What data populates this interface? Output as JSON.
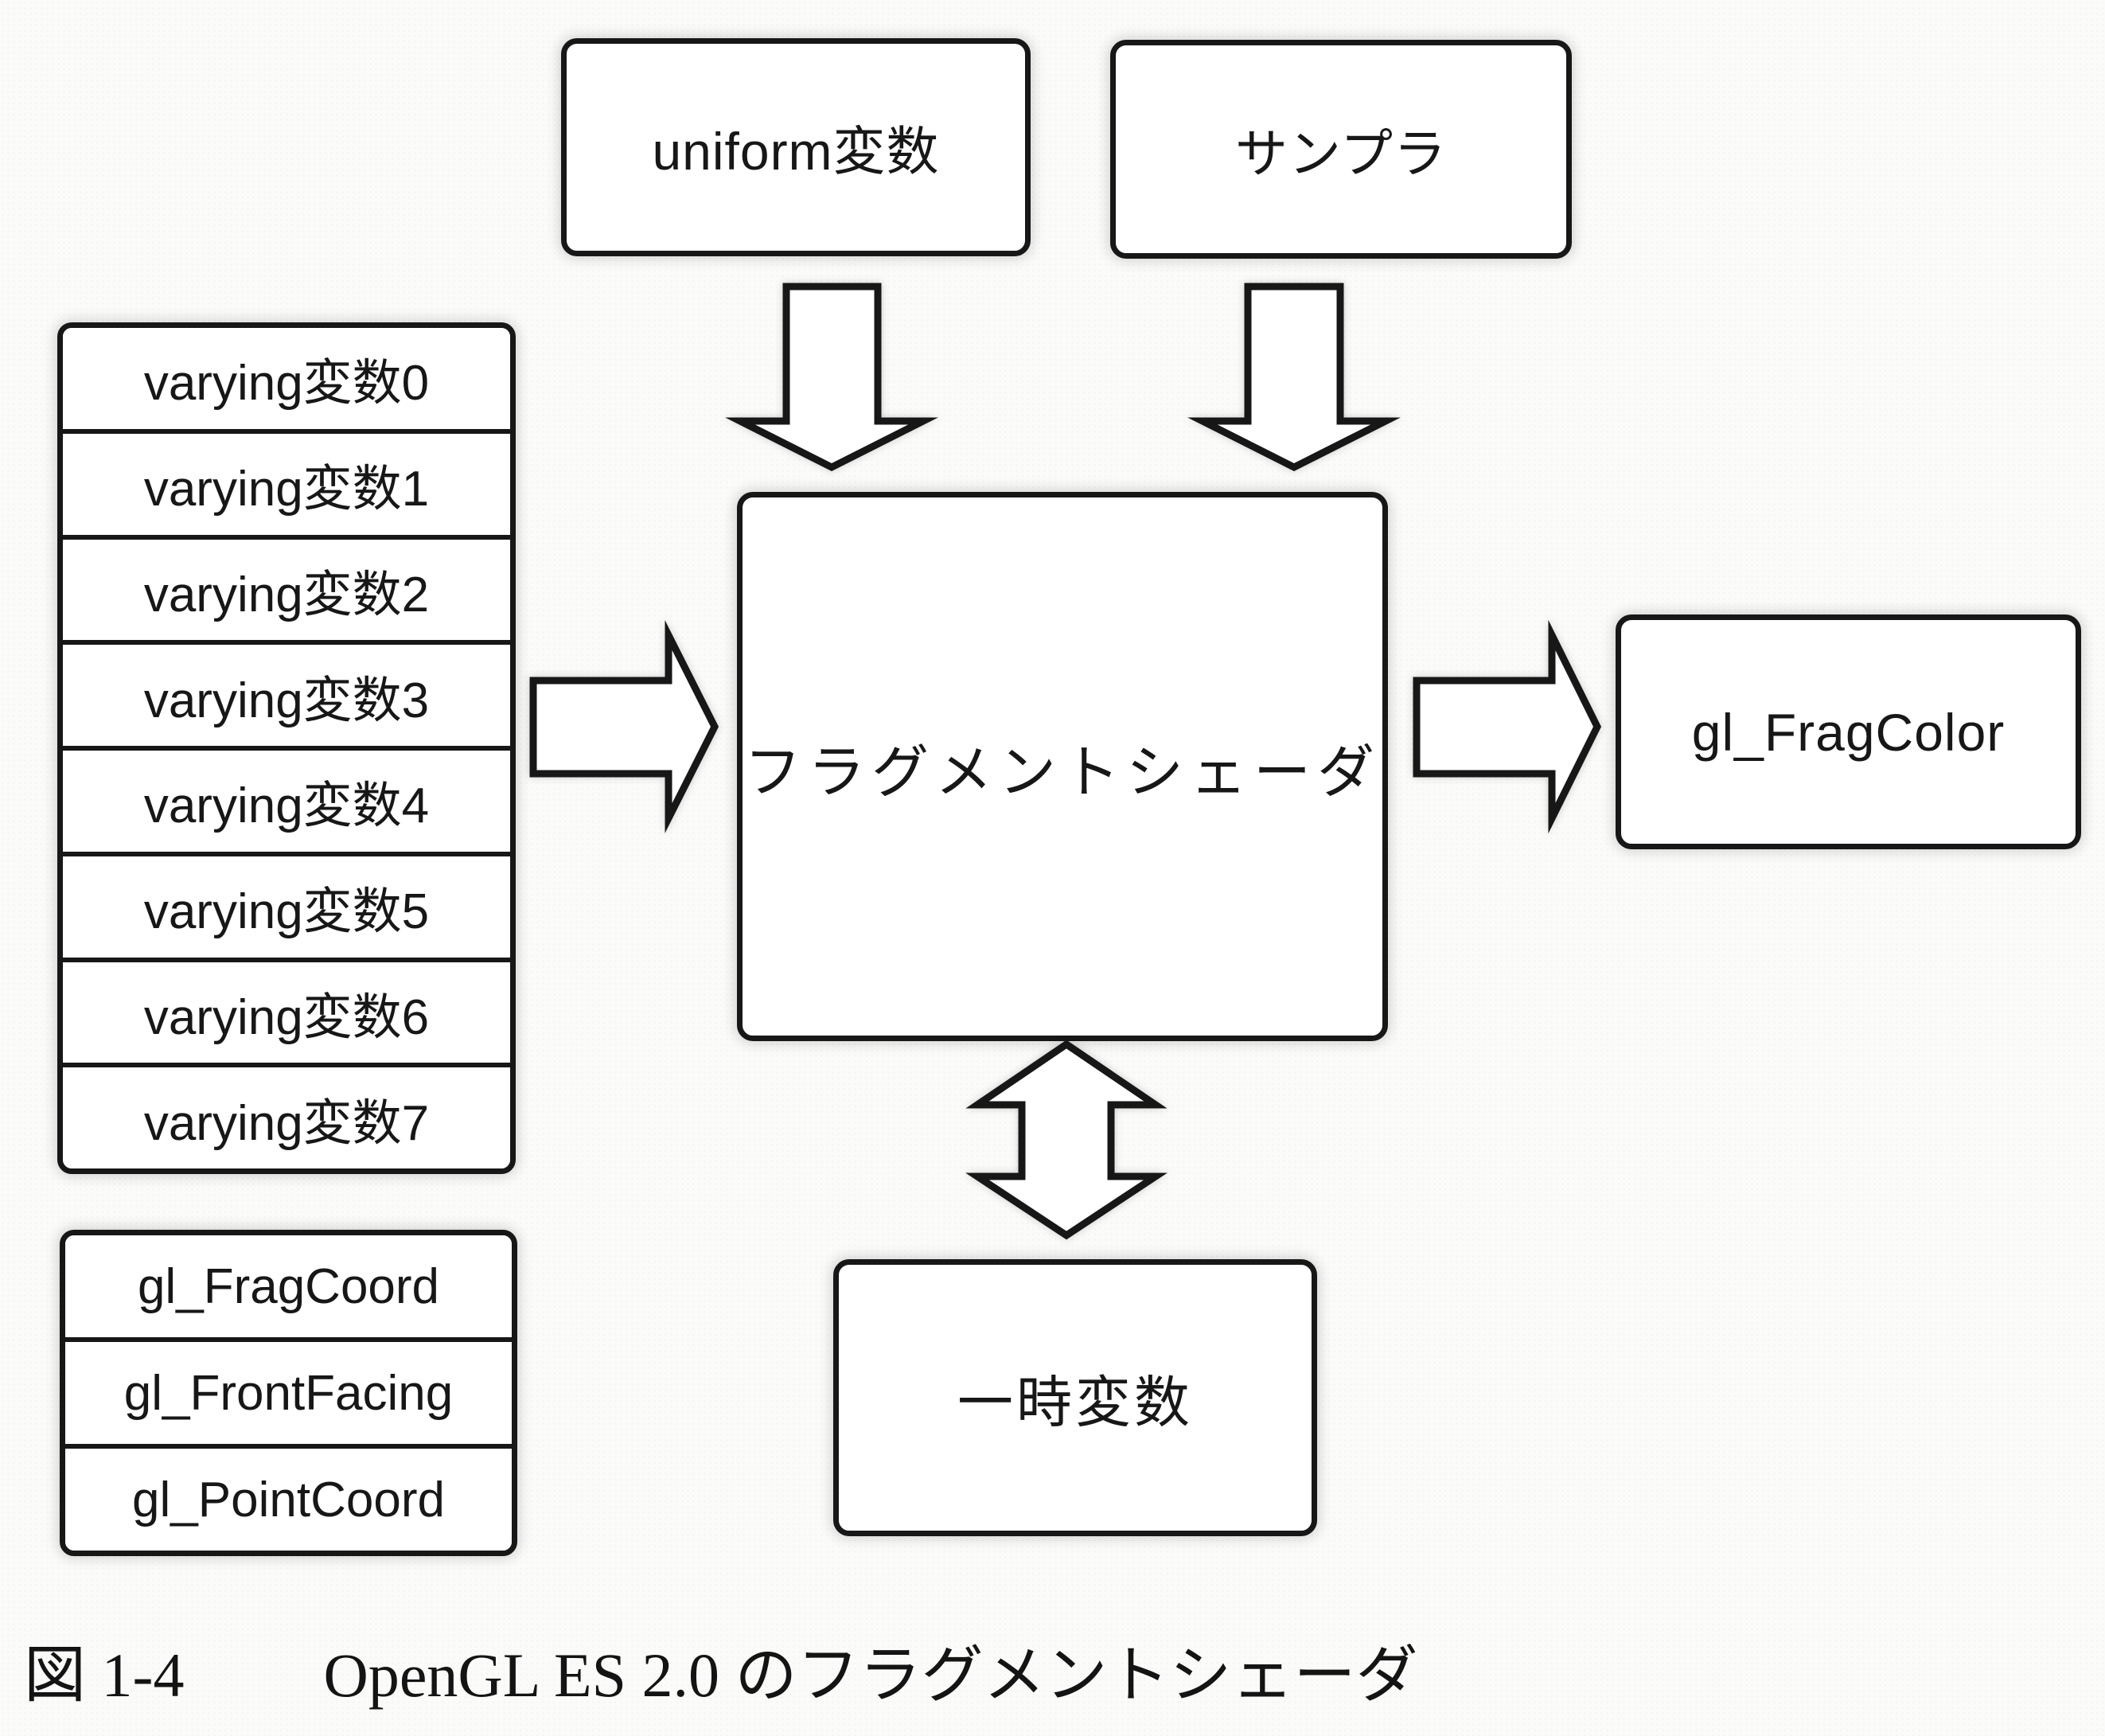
{
  "page": {
    "background": "#fbfbf9",
    "ink": "#171717",
    "box_fill": "#ffffff"
  },
  "caption": {
    "label": "図 1-4",
    "text": "OpenGL ES 2.0 のフラグメントシェーダ"
  },
  "boxes": {
    "uniform": "uniform変数",
    "sampler": "サンプラ",
    "fragment_shader": "フラグメントシェーダ",
    "frag_color": "gl_FragColor",
    "temp_var": "一時変数"
  },
  "varying_list": [
    "varying変数0",
    "varying変数1",
    "varying変数2",
    "varying変数3",
    "varying変数4",
    "varying変数5",
    "varying変数6",
    "varying変数7"
  ],
  "builtin_list": [
    "gl_FragCoord",
    "gl_FrontFacing",
    "gl_PointCoord"
  ],
  "arrows": {
    "uniform_to_shader": "down",
    "sampler_to_shader": "down",
    "varying_to_shader": "right",
    "shader_to_fragcolor": "right",
    "shader_to_tempvar": "bidirectional-vertical"
  }
}
